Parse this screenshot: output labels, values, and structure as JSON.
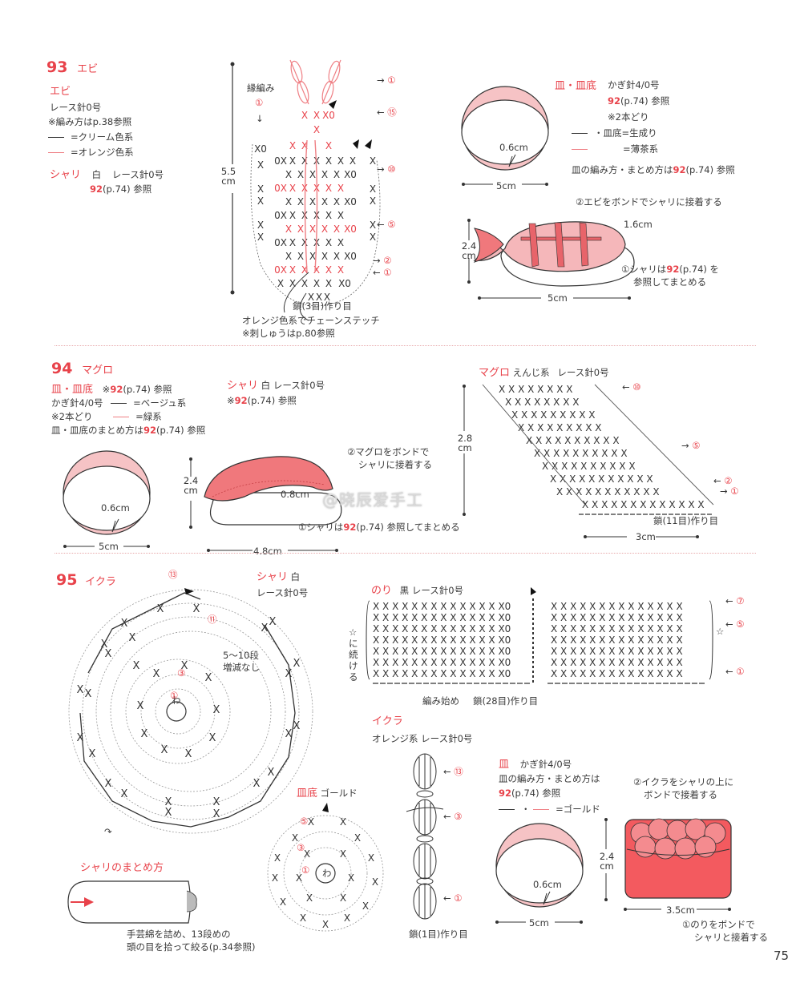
{
  "page_number": "75",
  "watermark": "@晓辰爱手工",
  "p93": {
    "number": "93",
    "title": "エビ",
    "ebi": {
      "label": "エビ",
      "hook": "レース針0号",
      "note": "※編み方はp.38参照",
      "legend": [
        {
          "color": "black",
          "text": "=クリーム色系"
        },
        {
          "color": "red",
          "text": "=オレンジ色系"
        }
      ]
    },
    "shari": {
      "label": "シャリ",
      "color": "白",
      "hook": "レース針0号",
      "ref_num": "92",
      "ref_text": "(p.74) 参照"
    },
    "chart": {
      "edge_label": "縁編み",
      "edge_round": "①",
      "height": "5.5",
      "height_unit": "cm",
      "rows": [
        "①",
        "⑮",
        "⑩",
        "⑤",
        "②",
        "①"
      ],
      "foundation": "鎖(3目)作り目",
      "stitch_note": "オレンジ色系でチェーンステッチ",
      "embroidery_note": "※刺しゅうはp.80参照"
    },
    "plate": {
      "label": "皿・皿底",
      "hook": "かぎ針4/0号",
      "ref_num": "92",
      "ref_text": "(p.74) 参照",
      "strands": "※2本どり",
      "legend": [
        {
          "color": "black",
          "text": "・皿底=生成り"
        },
        {
          "color": "red",
          "text": "=薄茶系"
        }
      ],
      "method_prefix": "皿の編み方・まとめ方は",
      "method_num": "92",
      "method_suffix": "(p.74) 参照",
      "rim": "0.6cm",
      "diameter": "5cm"
    },
    "assembly": {
      "step2": "②エビをボンドでシャリに接着する",
      "depth": "1.6cm",
      "height": "2.4",
      "height_unit": "cm",
      "step1_prefix": "①シャリは",
      "step1_num": "92",
      "step1_suffix": "(p.74) を",
      "step1_line2": "参照してまとめる",
      "width": "5cm"
    }
  },
  "p94": {
    "number": "94",
    "title": "マグロ",
    "plate": {
      "label": "皿・皿底",
      "ref_prefix": "※",
      "ref_num": "92",
      "ref_text": "(p.74) 参照",
      "hook": "かぎ針4/0号",
      "strands": "※2本どり",
      "legend": [
        {
          "color": "black",
          "text": "=ベージュ系"
        },
        {
          "color": "red",
          "text": "=緑系"
        }
      ],
      "method_prefix": "皿・皿底のまとめ方は",
      "method_num": "92",
      "method_suffix": "(p.74) 参照",
      "rim": "0.6cm",
      "diameter": "5cm"
    },
    "shari": {
      "label": "シャリ",
      "color": "白",
      "hook": "レース針0号",
      "ref_prefix": "※",
      "ref_num": "92",
      "ref_text": "(p.74) 参照"
    },
    "assembly": {
      "step2_line1": "②マグロをボンドで",
      "step2_line2": "シャリに接着する",
      "thickness": "0.8cm",
      "height": "2.4",
      "height_unit": "cm",
      "step1_prefix": "①シャリは",
      "step1_num": "92",
      "step1_suffix": "(p.74) 参照してまとめる",
      "width": "4.8cm"
    },
    "maguro": {
      "label": "マグロ",
      "color": "えんじ系",
      "hook": "レース針0号",
      "rows": [
        "⑩",
        "⑤",
        "②",
        "①"
      ],
      "height": "2.8",
      "height_unit": "cm",
      "foundation": "鎖(11目)作り目",
      "width": "3cm"
    }
  },
  "p95": {
    "number": "95",
    "title": "イクラ",
    "shari": {
      "label": "シャリ",
      "color": "白",
      "hook": "レース針0号",
      "rounds": [
        "⑬",
        "⑪",
        "③",
        "①"
      ],
      "ring": "わ",
      "note_line1": "5〜10段",
      "note_line2": "増減なし"
    },
    "shari_method": {
      "title": "シャリのまとめ方",
      "note_line1": "手芸綿を詰め、13段めの",
      "note_line2": "頭の目を拾って絞る(p.34参照)"
    },
    "plate_bottom": {
      "label": "皿底",
      "color": "ゴールド",
      "rounds": [
        "⑤",
        "③",
        "①"
      ],
      "ring": "わ"
    },
    "nori": {
      "label": "のり",
      "color": "黒",
      "hook": "レース針0号",
      "rows": [
        "⑦",
        "⑤",
        "①"
      ],
      "side_note": "☆に続ける",
      "star": "☆",
      "start": "編み始め",
      "foundation": "鎖(28目)作り目"
    },
    "ikura": {
      "label": "イクラ",
      "color": "オレンジ系",
      "hook": "レース針0号",
      "rows": [
        "⑬",
        "③",
        "①"
      ],
      "foundation": "鎖(1目)作り目"
    },
    "plate": {
      "label": "皿",
      "hook": "かぎ針4/0号",
      "method_line1": "皿の編み方・まとめ方は",
      "method_num": "92",
      "method_suffix": "(p.74) 参照",
      "legend_text": "=ゴールド",
      "rim": "0.6cm",
      "diameter": "5cm"
    },
    "assembly": {
      "step2_line1": "②イクラをシャリの上に",
      "step2_line2": "ボンドで接着する",
      "height": "2.4",
      "height_unit": "cm",
      "width": "3.5cm",
      "step1_line1": "①のりをボンドで",
      "step1_line2": "シャリと接着する"
    }
  },
  "colors": {
    "accent_red": "#e8424a",
    "pink_fill": "#f6c3c5",
    "salmon_fill": "#f0787c",
    "divider": "#e7a9ab"
  }
}
